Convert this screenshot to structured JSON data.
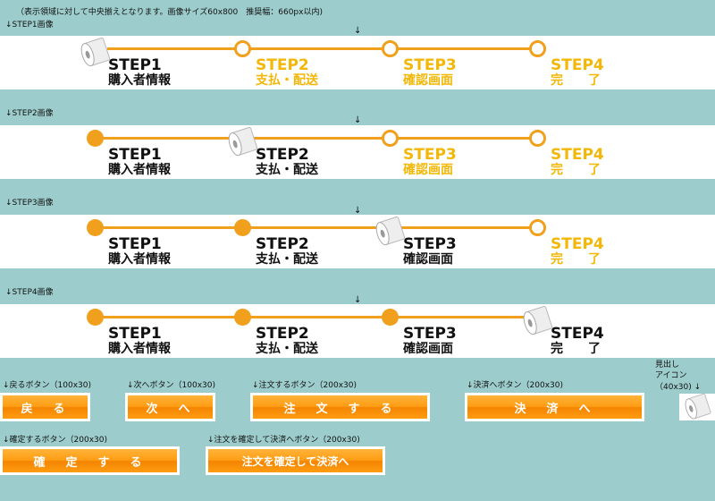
{
  "header_note": "（表示領域に対して中央揃えとなります。画像サイズ60x800　推奨幅：660px以内)",
  "pointer_glyph": "↓",
  "colors": {
    "background": "#9ccdcc",
    "accent": "#f0a01c",
    "pending_text": "#f2b707",
    "done_text": "#111111",
    "button": "#ff9c14"
  },
  "icons": {
    "progress_marker": "toilet-paper-roll-icon"
  },
  "steps": [
    {
      "title": "STEP1",
      "label": "購入者情報"
    },
    {
      "title": "STEP2",
      "label": "支払・配送"
    },
    {
      "title": "STEP3",
      "label": "確認画面"
    },
    {
      "title": "STEP4",
      "label": "完　　了"
    }
  ],
  "step_images": [
    {
      "caption": "↓STEP1画像",
      "current_step": 1
    },
    {
      "caption": "↓STEP2画像",
      "current_step": 2
    },
    {
      "caption": "↓STEP3画像",
      "current_step": 3
    },
    {
      "caption": "↓STEP4画像",
      "current_step": 4
    }
  ],
  "buttons": {
    "back": {
      "caption": "↓戻るボタン（100x30)",
      "label": "戻　る"
    },
    "next": {
      "caption": "↓次へボタン（100x30)",
      "label": "次　へ"
    },
    "order": {
      "caption": "↓注文するボタン（200x30)",
      "label": "注　文　す　る"
    },
    "pay": {
      "caption": "↓決済へボタン（200x30)",
      "label": "決　済　へ"
    },
    "confirm": {
      "caption": "↓確定するボタン（200x30)",
      "label": "確　定　す　る"
    },
    "confirm_and_pay": {
      "caption": "↓注文を確定して決済へボタン（200x30)",
      "label": "注文を確定して決済へ"
    }
  },
  "heading_icon": {
    "caption_line1": "見出し",
    "caption_line2": "アイコン",
    "caption_line3": "（40x30) ↓"
  }
}
